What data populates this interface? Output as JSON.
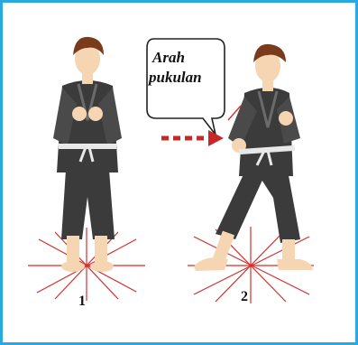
{
  "figure": {
    "speech_bubble_text": "Arah pukulan",
    "stances": [
      {
        "label": "1"
      },
      {
        "label": "2"
      }
    ]
  },
  "colors": {
    "frame_border": "#29a9df",
    "uniform": "#3b3b3b",
    "uniform_light": "#5a5a5a",
    "belt": "#e8e8e8",
    "skin": "#f6d5b3",
    "hair": "#7a3b1c",
    "star_lines": "#d32f2f",
    "arrow": "#c62828"
  }
}
